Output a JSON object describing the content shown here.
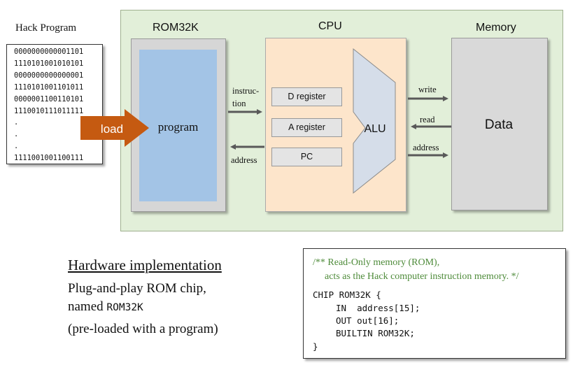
{
  "hack_program": {
    "title": "Hack Program",
    "lines": [
      "0000000000001101",
      "1110101001010101",
      "0000000000000001",
      "1110101001101011",
      "0000001100110101",
      "1110010111011111",
      ".",
      ".",
      ".",
      "1111001001100111"
    ],
    "load_label": "load"
  },
  "rom": {
    "title": "ROM32K",
    "inner_label": "program"
  },
  "cpu": {
    "title": "CPU",
    "registers": [
      "D register",
      "A register",
      "PC"
    ],
    "alu_label": "ALU"
  },
  "memory": {
    "title": "Memory",
    "inner_label": "Data"
  },
  "wires": {
    "instruction_line1": "instruc-",
    "instruction_line2": "tion",
    "address_rom": "address",
    "write": "write",
    "read": "read",
    "address_mem": "address"
  },
  "hardware": {
    "title": "Hardware implementation",
    "line1": "Plug-and-play ROM chip,",
    "line2_prefix": "named ",
    "line2_code": "ROM32K",
    "line3": "(pre-loaded with a program)"
  },
  "code": {
    "comment_line1": "/** Read-Only memory (ROM),",
    "comment_line2": "acts as the Hack computer instruction memory. */",
    "line1": "CHIP ROM32K {",
    "line2": "IN  address[15];",
    "line3": "OUT out[16];",
    "line4": "BUILTIN ROM32K;",
    "line5": "}"
  },
  "colors": {
    "panel": "#e2efd9",
    "rom_inner": "#a3c4e6",
    "cpu": "#fde5cb",
    "alu": "#d5dde9",
    "load_arrow": "#c55a11",
    "wire": "#595959",
    "comment": "#4e8b3a"
  }
}
